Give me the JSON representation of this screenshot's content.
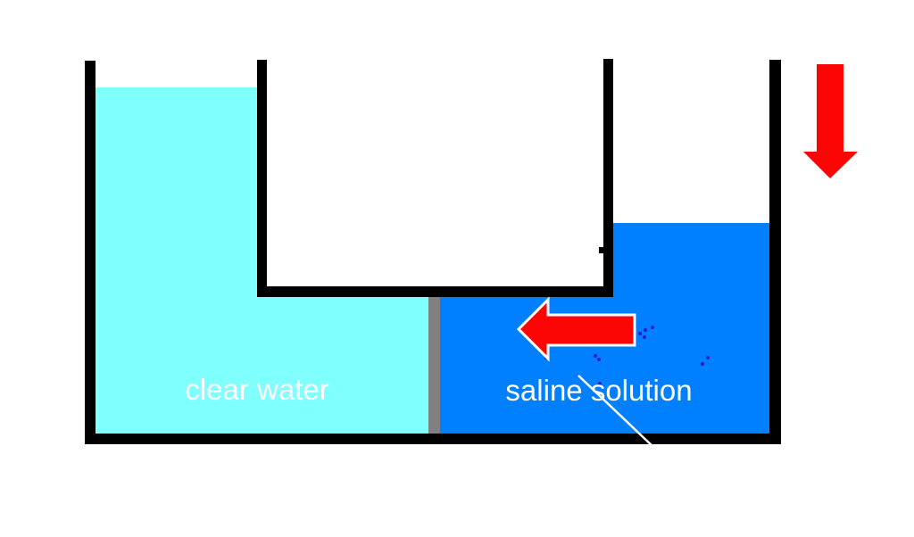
{
  "labels": {
    "left_fluid": "clear water",
    "right_fluid": "saline solution"
  },
  "colors": {
    "background": "#FFFFFF",
    "wall": "#000000",
    "clear_water": "#80FFFF",
    "saline_solution": "#0080FF",
    "membrane": "#808080",
    "arrow_fill": "#FB0505",
    "arrow_outline": "#FFFFFF",
    "label_text": "#FFFFFF",
    "pointer_line": "#FFFFFF",
    "speck": "#2E1EC8"
  },
  "arrows": [
    {
      "name": "pressure-down-arrow",
      "direction": "down"
    },
    {
      "name": "flow-left-arrow",
      "direction": "left"
    }
  ]
}
